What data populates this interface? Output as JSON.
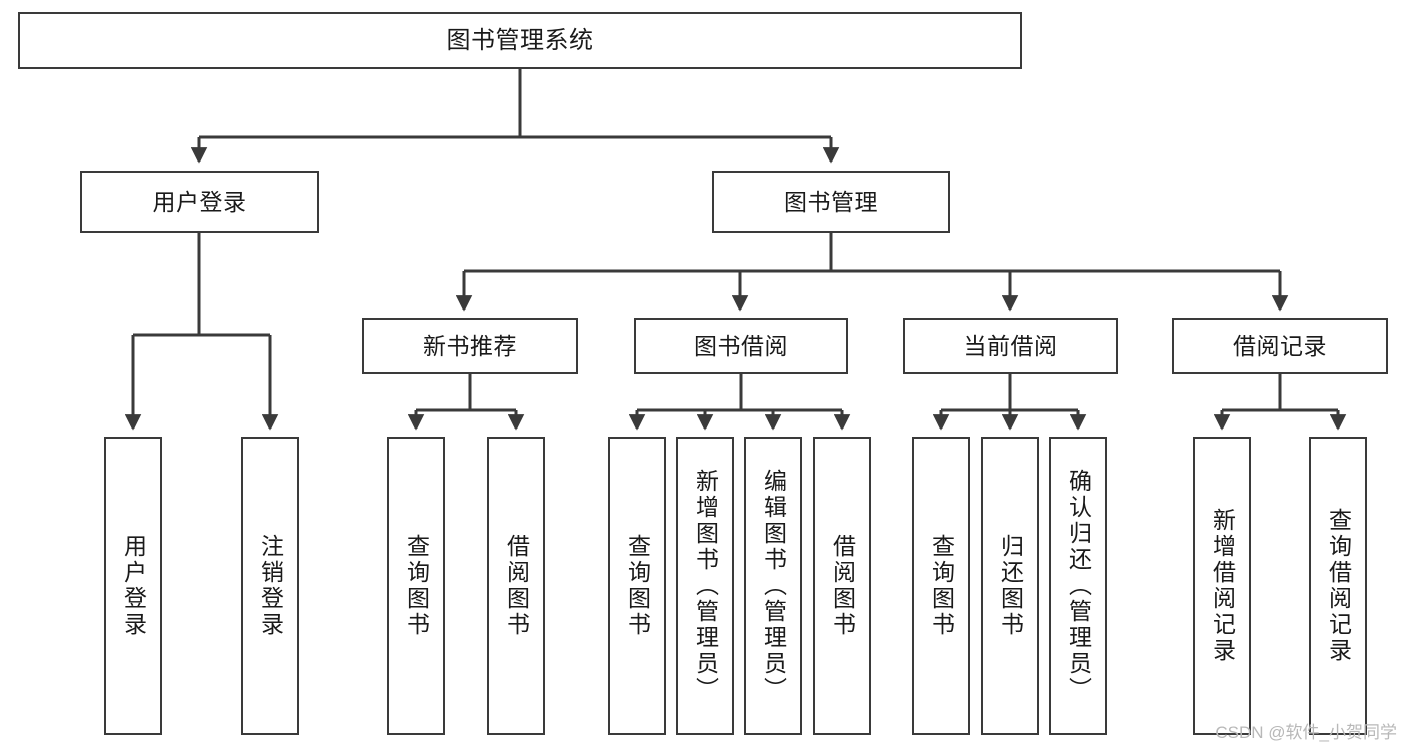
{
  "diagram": {
    "title": "图书管理系统",
    "type": "tree-hierarchy-diagram",
    "watermark": "CSDN @软件_小贺同学",
    "colors": {
      "box_border": "#3a3a3a",
      "box_fill": "#ffffff",
      "connector": "#3a3a3a",
      "text": "#1a1a1a",
      "watermark": "#b8b8b8",
      "background": "#ffffff"
    },
    "root": {
      "label": "图书管理系统"
    },
    "level2": [
      {
        "label": "用户登录"
      },
      {
        "label": "图书管理"
      }
    ],
    "level3": [
      {
        "label": "新书推荐"
      },
      {
        "label": "图书借阅"
      },
      {
        "label": "当前借阅"
      },
      {
        "label": "借阅记录"
      }
    ],
    "leaves": {
      "user_login": [
        {
          "label": "用户登录"
        },
        {
          "label": "注销登录"
        }
      ],
      "new_book_recommend": [
        {
          "label": "查询图书"
        },
        {
          "label": "借阅图书"
        }
      ],
      "book_borrow": [
        {
          "label": "查询图书"
        },
        {
          "label": "新增图书（管理员）"
        },
        {
          "label": "编辑图书（管理员）"
        },
        {
          "label": "借阅图书"
        }
      ],
      "current_borrow": [
        {
          "label": "查询图书"
        },
        {
          "label": "归还图书"
        },
        {
          "label": "确认归还（管理员）"
        }
      ],
      "borrow_record": [
        {
          "label": "新增借阅记录"
        },
        {
          "label": "查询借阅记录"
        }
      ]
    }
  }
}
